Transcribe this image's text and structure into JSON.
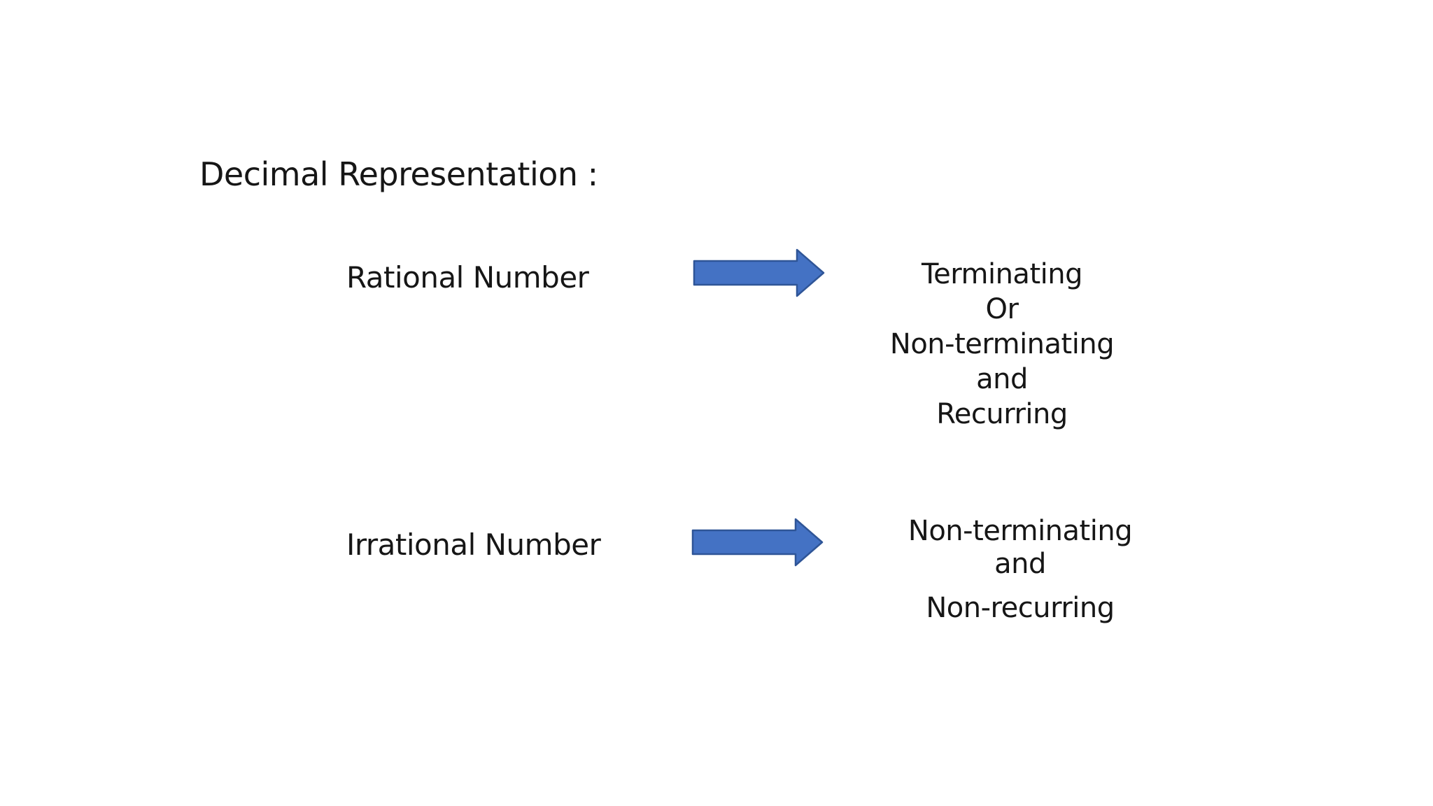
{
  "title": "Decimal Representation :",
  "colors": {
    "arrow_fill": "#4472C4",
    "arrow_border": "#2F5597",
    "text": "#161616"
  },
  "rows": [
    {
      "label": "Rational Number",
      "arrow_icon": "right-arrow-icon",
      "result_lines": [
        "Terminating",
        "Or",
        "Non-terminating",
        "and",
        "Recurring"
      ]
    },
    {
      "label": "Irrational Number",
      "arrow_icon": "right-arrow-icon",
      "result_lines": [
        "Non-terminating",
        "and",
        "Non-recurring"
      ]
    }
  ]
}
